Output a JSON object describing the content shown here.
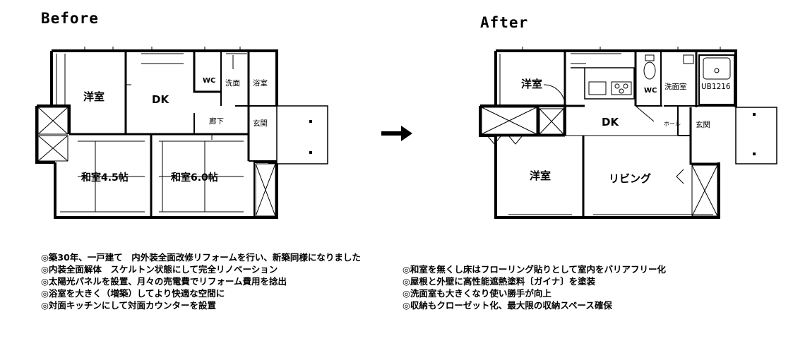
{
  "headings": {
    "before": "Before",
    "after": "After"
  },
  "before_plan": {
    "western_room": "洋室",
    "dk": "DK",
    "wc": "WC",
    "washroom": "洗面",
    "bathroom": "浴室",
    "hallway": "廊下",
    "entrance": "玄関",
    "japanese_room_a": "和室4.5帖",
    "japanese_room_b": "和室6.0帖"
  },
  "after_plan": {
    "western_room_top": "洋室",
    "dk": "DK",
    "wc": "WC",
    "washroom": "洗面室",
    "unit_bath": "UB1216",
    "hall": "ホール",
    "entrance": "玄関",
    "western_room_bottom": "洋室",
    "living": "リビング"
  },
  "notes": {
    "left": [
      "◎築30年、一戸建て　内外装全面改修リフォームを行い、新築同様になりました",
      "◎内装全面解体　スケルトン状態にして完全リノベーション",
      "◎太陽光パネルを設置、月々の売電費でリフォーム費用を捻出",
      "◎浴室を大きく（増築）してより快適な空間に",
      "◎対面キッチンにして対面カウンターを設置"
    ],
    "right": [
      "◎和室を無くし床はフローリング貼りとして室内をバリアフリー化",
      "◎屋根と外壁に高性能遮熱塗料〔ガイナ〕を塗装",
      "◎洗面室も大きくなり使い勝手が向上",
      "◎収納もクローゼット化、最大限の収納スペース確保"
    ]
  },
  "colors": {
    "ink": "#000000",
    "background": "#ffffff",
    "entry_fill": "#ffffff"
  }
}
